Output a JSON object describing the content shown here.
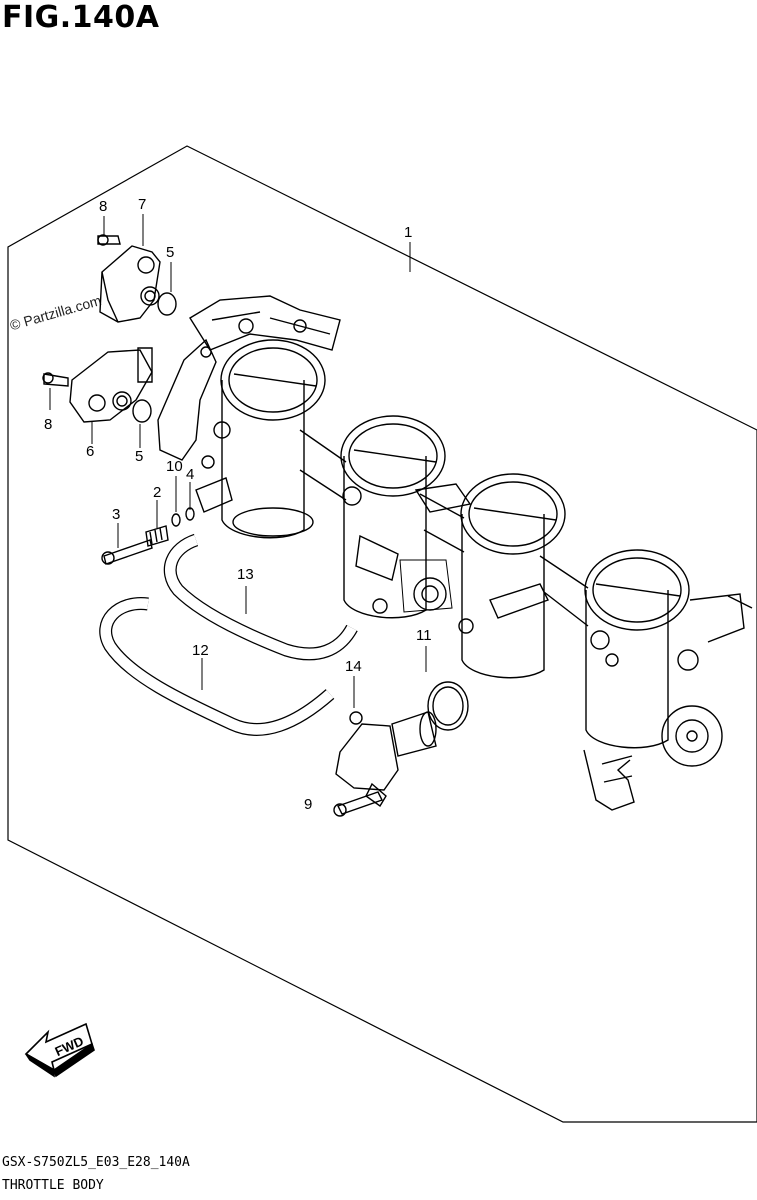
{
  "figure": {
    "title": "FIG.140A",
    "model_code": "GSX-S750ZL5_E03_E28_140A",
    "name": "THROTTLE BODY",
    "watermark": "© Partzilla.com",
    "fwd_label": "FWD"
  },
  "callouts": [
    {
      "id": "c1",
      "label": "1"
    },
    {
      "id": "c2",
      "label": "2"
    },
    {
      "id": "c3",
      "label": "3"
    },
    {
      "id": "c4",
      "label": "4"
    },
    {
      "id": "c5a",
      "label": "5"
    },
    {
      "id": "c5b",
      "label": "5"
    },
    {
      "id": "c6",
      "label": "6"
    },
    {
      "id": "c7",
      "label": "7"
    },
    {
      "id": "c8a",
      "label": "8"
    },
    {
      "id": "c8b",
      "label": "8"
    },
    {
      "id": "c9",
      "label": "9"
    },
    {
      "id": "c10",
      "label": "10"
    },
    {
      "id": "c11",
      "label": "11"
    },
    {
      "id": "c12",
      "label": "12"
    },
    {
      "id": "c13",
      "label": "13"
    },
    {
      "id": "c14",
      "label": "14"
    }
  ]
}
